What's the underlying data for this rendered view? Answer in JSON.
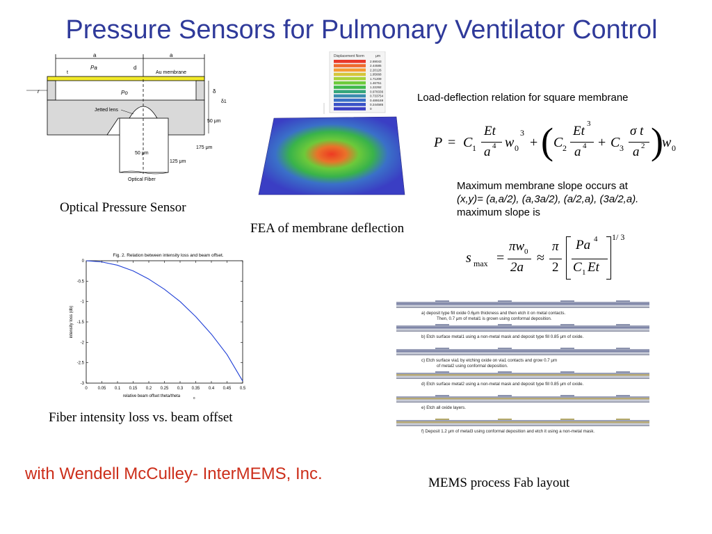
{
  "slide": {
    "title": "Pressure Sensors for Pulmonary Ventilator Control",
    "credit": "with Wendell McCulley- InterMEMS, Inc."
  },
  "captions": {
    "optical_sensor": "Optical Pressure Sensor",
    "fea": "FEA of membrane deflection",
    "fiber_loss": "Fiber intensity loss vs. beam offset",
    "mems_fab": "MEMS process Fab layout"
  },
  "notes": {
    "load_deflection": "Load-deflection relation for square membrane",
    "slope_line1": "Maximum membrane slope occurs at",
    "slope_line2": "(x,y)= (a,a/2), (a,3a/2), (a/2,a), (3a/2,a).",
    "slope_line3": "maximum slope is"
  },
  "sensor_diagram": {
    "labels": {
      "a_left": "a",
      "a_right": "a",
      "d": "d",
      "t": "t",
      "pa": "Pa",
      "po": "Po",
      "membrane": "Au membrane",
      "r": "r",
      "delta": "δ",
      "delta1": "δ1",
      "jetted_lens": "Jetted lens",
      "fifty_um": "50 μm",
      "hundred75_um": "175 μm",
      "fifty_um_bottom": "50 μm",
      "hundred25_um": "125 μm",
      "optical_fiber": "Optical Fiber"
    }
  },
  "fea_legend": {
    "header_left": "Displacement Norm",
    "header_right": "μm",
    "values": [
      "2.69043",
      "2.44585",
      "2.20126",
      "1.95668",
      "1.71209",
      "1.46751",
      "1.22292",
      "0.978336",
      "0.733754",
      "0.489169",
      "0.244585",
      "0"
    ],
    "colors": [
      "#e8382a",
      "#ef6a2c",
      "#f59b34",
      "#d6c53a",
      "#a8d23a",
      "#6ecb3c",
      "#3fb84a",
      "#35a67b",
      "#3b8cb0",
      "#3a6fc6",
      "#3a53c8",
      "#3a3fc4"
    ]
  },
  "chart_data": {
    "type": "line",
    "title": "Fig. 2. Relation between intensity loss and beam offset.",
    "xlabel": "relative beam offset theta/theta",
    "xlabel_sub": "0",
    "ylabel": "intensity loss (db)",
    "xlim": [
      0,
      0.5
    ],
    "ylim": [
      -3,
      0
    ],
    "xticks": [
      "0",
      "0.05",
      "0.1",
      "0.15",
      "0.2",
      "0.25",
      "0.3",
      "0.35",
      "0.4",
      "0.45",
      "0.5"
    ],
    "yticks": [
      "0",
      "-0.5",
      "-1",
      "-1.5",
      "-2",
      "-2.5",
      "-3"
    ],
    "grid": false,
    "color": "#1f3fd6",
    "series": [
      {
        "x": [
          0,
          0.05,
          0.1,
          0.15,
          0.2,
          0.25,
          0.3,
          0.35,
          0.4,
          0.45,
          0.5
        ],
        "y": [
          0,
          -0.03,
          -0.11,
          -0.25,
          -0.45,
          -0.7,
          -1.0,
          -1.37,
          -1.8,
          -2.3,
          -2.95
        ]
      }
    ]
  },
  "fab_steps": [
    {
      "letter": "a)",
      "line1": "deposit type fill oxide 0.6μm thickness and then etch it on metal contacts.",
      "line2": "Then, 0.7 μm of metal1 is grown using conformal deposition."
    },
    {
      "letter": "b)",
      "line1": "Etch surface metal1 using a non-metal mask and deposit type fill 0.85 μm of oxide.",
      "line2": ""
    },
    {
      "letter": "c)",
      "line1": "Etch surface via1 by etching oxide on via1 contacts and grow 0.7 μm",
      "line2": "of metal2 using conformal deposition."
    },
    {
      "letter": "d)",
      "line1": "Etch surface metal2 using a non-metal mask and deposit type fill 0.85 μm of oxide.",
      "line2": ""
    },
    {
      "letter": "e)",
      "line1": "Etch all oxide layers.",
      "line2": ""
    },
    {
      "letter": "f)",
      "line1": "Deposit 1.2 μm of metal3 using conformal deposition and etch it using a non-metal mask.",
      "line2": ""
    }
  ],
  "equations": {
    "eq1": {
      "P": "P",
      "eq": "=",
      "C1": "C",
      "sub1": "1",
      "Et": "Et",
      "a4": "a",
      "p4": "4",
      "w0": "w",
      "sub0": "0",
      "p3": "3",
      "plus": "+",
      "C2": "C",
      "sub2": "2",
      "Et3": "Et",
      "p3b": "3",
      "a4b": "a",
      "p4b": "4",
      "plus2": "+",
      "C3": "C",
      "sub3": "3",
      "sigt": "σ t",
      "a2": "a",
      "p2": "2",
      "w0b": "w",
      "sub0b": "0"
    },
    "eq2": {
      "s": "s",
      "max": "max",
      "eq": "=",
      "piw0": "πw",
      "sub0": "0",
      "two_a": "2a",
      "approx": "≈",
      "pi": "π",
      "two": "2",
      "Pa4": "Pa",
      "p4": "4",
      "C1Et": "C",
      "sub1": "1",
      "Et": "Et",
      "exp": "1/ 3"
    }
  }
}
